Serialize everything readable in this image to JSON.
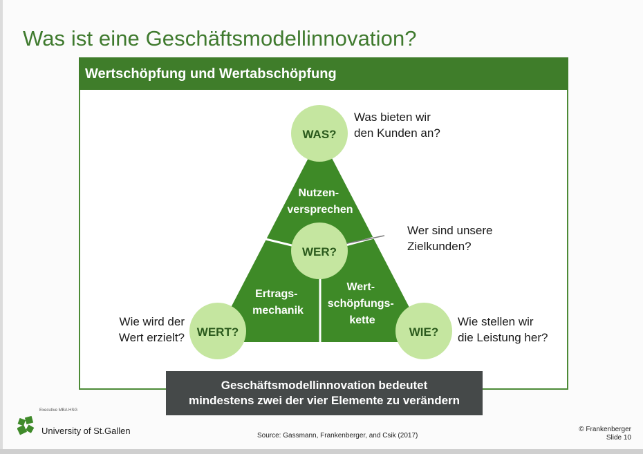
{
  "slide": {
    "title": "Was ist eine Geschäftsmodellinnovation?",
    "panel_title": "Wertschöpfung und Wertabschöpfung"
  },
  "diagram": {
    "nodes": {
      "was": "WAS?",
      "wer": "WER?",
      "wert": "WERT?",
      "wie": "WIE?"
    },
    "segments": {
      "nutzenversprechen": [
        "Nutzen-",
        "versprechen"
      ],
      "ertragsmechanik": [
        "Ertrags-",
        "mechanik"
      ],
      "wertschoepfungskette": [
        "Wert-",
        "schöpfungs-",
        "kette"
      ]
    },
    "questions": {
      "was": [
        "Was bieten wir",
        "den Kunden an?"
      ],
      "wer": [
        "Wer sind unsere",
        "Zielkunden?"
      ],
      "wert": [
        "Wie wird der",
        "Wert erzielt?"
      ],
      "wie": [
        "Wie stellen wir",
        "die Leistung her?"
      ]
    },
    "colors": {
      "triangle": "#3e8a27",
      "circle": "#c5e6a0",
      "header": "#3f7d2a",
      "callout": "#454949"
    }
  },
  "callout": {
    "line1": "Geschäftsmodellinnovation bedeutet",
    "line2": "mindestens zwei der vier Elemente zu verändern"
  },
  "footer": {
    "program": "Executive MBA HSG",
    "university": "University of St.Gallen",
    "source": "Source: Gassmann, Frankenberger, and Csik (2017)",
    "copyright": "© Frankenberger",
    "slide_number": "Slide 10"
  }
}
